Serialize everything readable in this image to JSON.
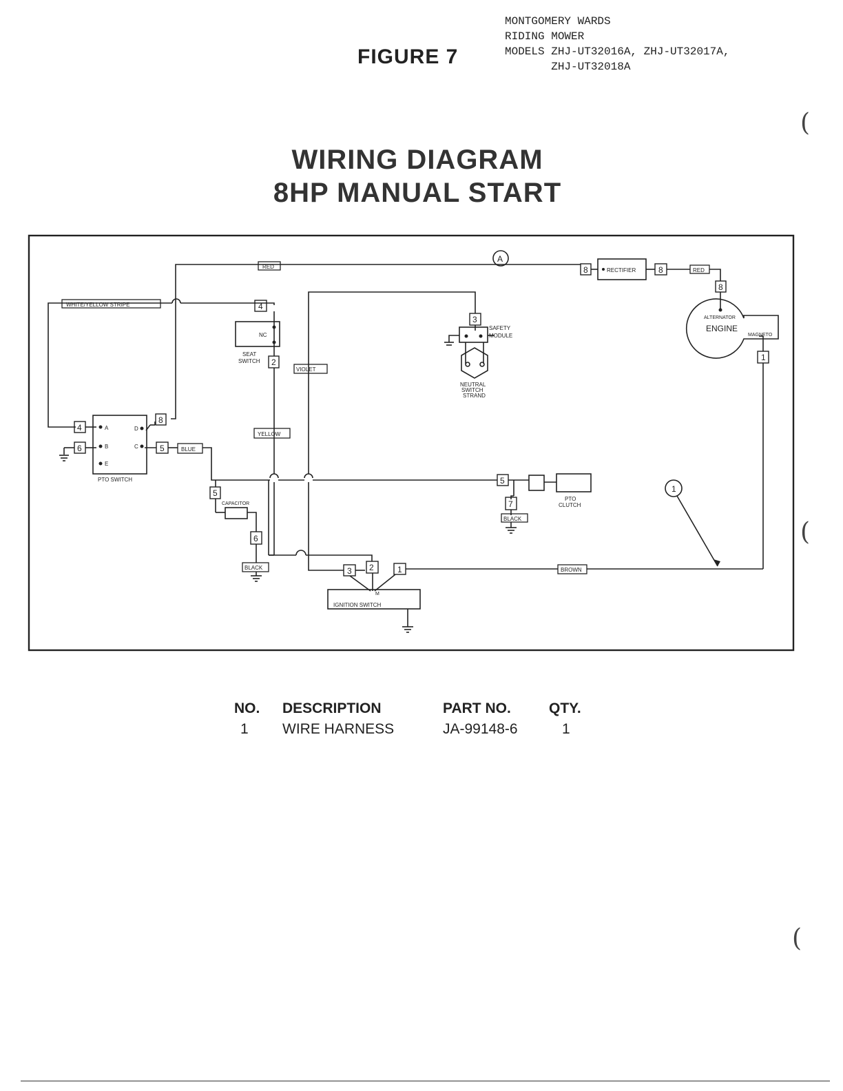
{
  "header": {
    "figure": "FIGURE 7",
    "lines": [
      "MONTGOMERY WARDS",
      "RIDING MOWER",
      "MODELS ZHJ-UT32016A, ZHJ-UT32017A,",
      "       ZHJ-UT32018A"
    ]
  },
  "title": {
    "line1": "WIRING DIAGRAM",
    "line2": "8HP MANUAL START"
  },
  "diagram": {
    "wire_labels": {
      "red_top": "RED",
      "red_right": "RED",
      "white_yellow": "WHITE/YELLOW STRIPE",
      "violet": "VIOLET",
      "yellow": "YELLOW",
      "blue": "BLUE",
      "black_cap": "BLACK",
      "black_clutch": "BLACK",
      "brown": "BROWN"
    },
    "components": {
      "rectifier": "RECTIFIER",
      "seat_switch_nc": "NC",
      "seat_switch": [
        "SEAT",
        "SWITCH"
      ],
      "safety_module": [
        "SAFETY",
        "MODULE"
      ],
      "neutral_switch": [
        "NEUTRAL",
        "SWITCH",
        "STRAND"
      ],
      "alternator": "ALTERNATOR",
      "engine": "ENGINE",
      "magneto": "MAGNETO",
      "pto_switch": "PTO SWITCH",
      "pto_terminals": [
        "A",
        "B",
        "E",
        "D",
        "C"
      ],
      "capacitor": "CAPACITOR",
      "pto_clutch": [
        "PTO",
        "CLUTCH"
      ],
      "ignition_switch": "IGNITION SWITCH",
      "ignition_m": "M",
      "callout_a": "A",
      "callout_1": "1"
    },
    "connectors": {
      "n8_rect_l": "8",
      "n8_rect_r": "8",
      "n8_alt": "8",
      "n4_seat": "4",
      "n2_seat": "2",
      "n3_safety": "3",
      "n1_magneto": "1",
      "n8_pto": "8",
      "n4_pto": "4",
      "n6_pto": "6",
      "n5_pto": "5",
      "n5_cap": "5",
      "n6_cap": "6",
      "n5_clutch": "5",
      "n7_clutch": "7",
      "n3_ign": "3",
      "n2_ign": "2",
      "n1_ign": "1"
    }
  },
  "parts_table": {
    "headers": [
      "NO.",
      "DESCRIPTION",
      "PART NO.",
      "QTY."
    ],
    "rows": [
      {
        "no": "1",
        "description": "WIRE HARNESS",
        "part_no": "JA-99148-6",
        "qty": "1"
      }
    ]
  }
}
